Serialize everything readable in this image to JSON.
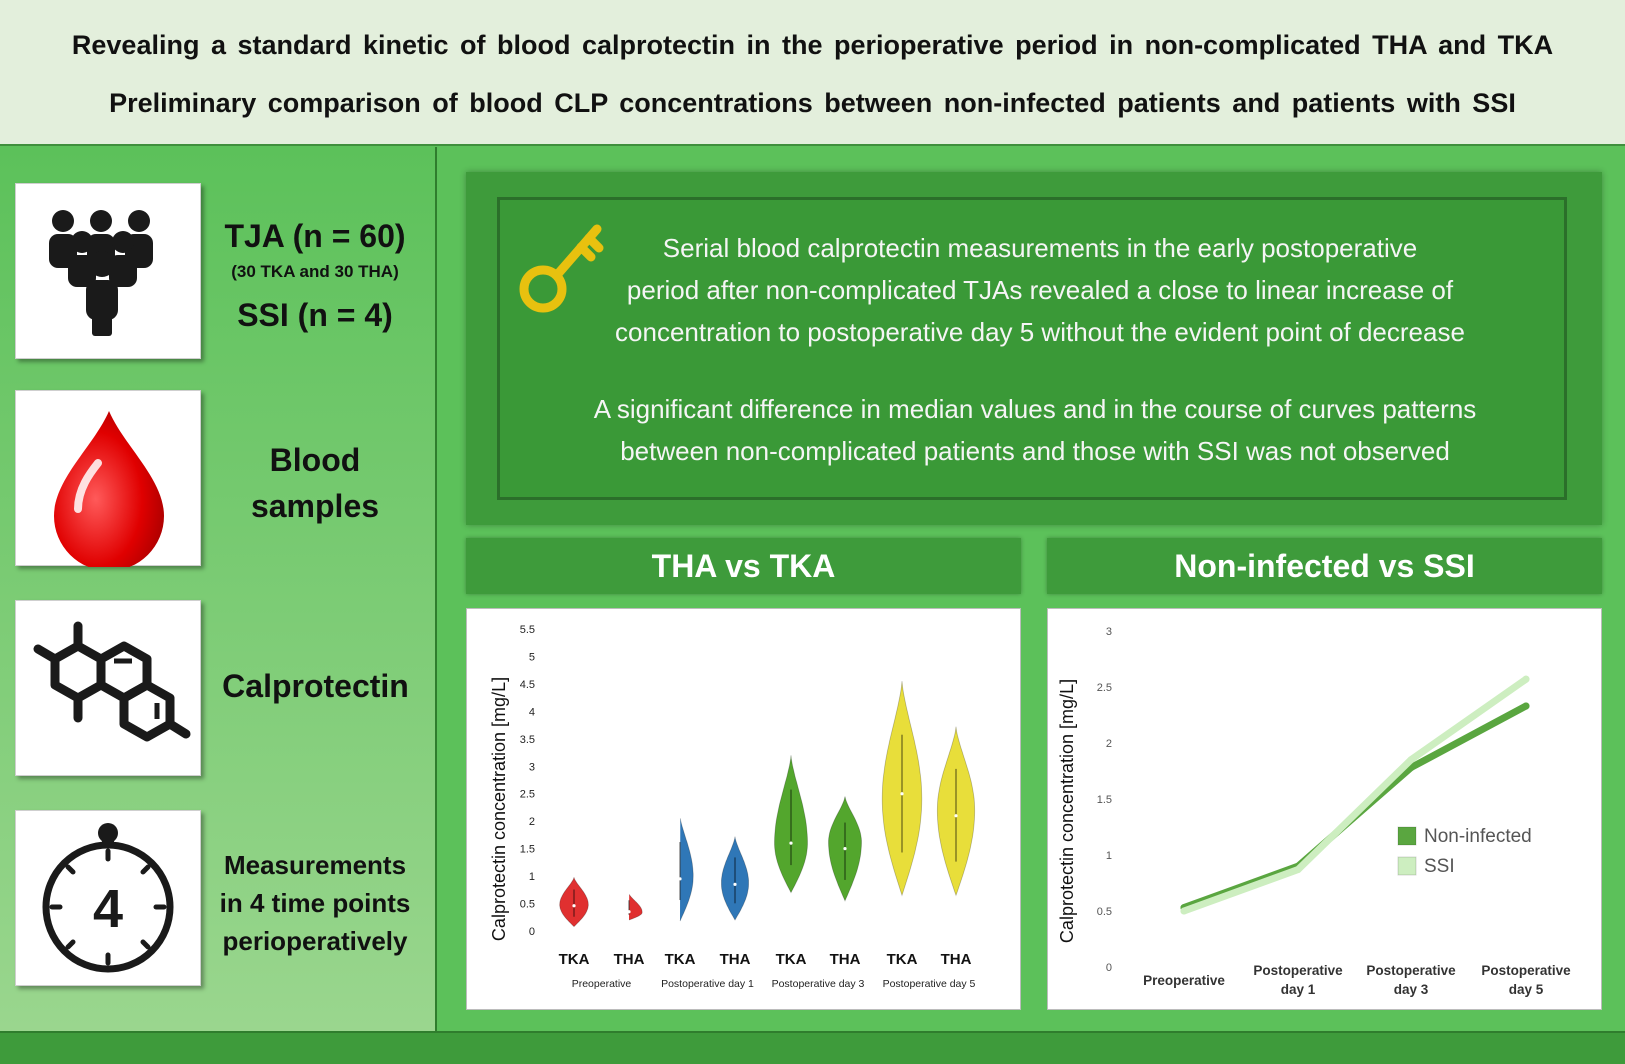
{
  "header": {
    "title_line1": "Revealing a standard kinetic of blood calprotectin in the perioperative period in non-complicated THA and TKA",
    "title_line2": "Preliminary comparison of blood CLP concentrations between non-infected patients and patients with SSI"
  },
  "left": {
    "cohort_main": "TJA (n = 60)",
    "cohort_sub": "(30 TKA and 30 THA)",
    "cohort_ssi": "SSI (n = 4)",
    "blood_line1": "Blood",
    "blood_line2": "samples",
    "calprotectin": "Calprotectin",
    "timer_digit": "4",
    "meas_line1": "Measurements",
    "meas_line2": "in 4 time points",
    "meas_line3": "perioperatively"
  },
  "key_findings": {
    "p1_line1": "Serial blood calprotectin measurements in the early postoperative",
    "p1_line2": "period after non-complicated TJAs revealed a close to linear increase of",
    "p1_line3": "concentration to postoperative day 5 without the evident point of decrease",
    "p2_line1": "A significant difference in median values and in the course of curves patterns",
    "p2_line2": "between non-complicated patients and those with SSI was not observed"
  },
  "tabs": {
    "left": "THA vs TKA",
    "right": "Non-infected vs SSI"
  },
  "colors": {
    "header_bg": "#e3efdc",
    "panel_green": "#5cc15a",
    "dark_green": "#3e9b3b",
    "key_gold": "#e8c10f",
    "drop_red": "#e00000"
  },
  "chart_data": [
    {
      "type": "violin",
      "ylabel": "Calprotectin concentration [mg/L]",
      "ylim": [
        0,
        5.5
      ],
      "yticks": [
        "0",
        "0.5",
        "1",
        "1.5",
        "2",
        "2.5",
        "3",
        "3.5",
        "4",
        "4.5",
        "5",
        "5.5"
      ],
      "groups": [
        "Preoperative",
        "Postoperative day 1",
        "Postoperative day 3",
        "Postoperative day 5"
      ],
      "colors": [
        "#e03030",
        "#2f77b7",
        "#53a62d",
        "#e8de3a"
      ],
      "violins": [
        {
          "label": "TKA",
          "group": 0,
          "min": 0.08,
          "max": 0.98,
          "mode": 0.48,
          "width": 0.65,
          "median": 0.46
        },
        {
          "label": "THA",
          "group": 0,
          "min": 0.2,
          "max": 0.68,
          "mode": 0.34,
          "width": 0.6,
          "median": 0.35
        },
        {
          "label": "TKA",
          "group": 1,
          "min": 0.18,
          "max": 2.1,
          "mode": 1.0,
          "width": 0.6,
          "median": 0.95
        },
        {
          "label": "THA",
          "group": 1,
          "min": 0.2,
          "max": 1.72,
          "mode": 0.87,
          "width": 0.62,
          "median": 0.85
        },
        {
          "label": "TKA",
          "group": 2,
          "min": 0.7,
          "max": 3.2,
          "mode": 1.6,
          "width": 0.75,
          "median": 1.6
        },
        {
          "label": "THA",
          "group": 2,
          "min": 0.55,
          "max": 2.45,
          "mode": 1.62,
          "width": 0.75,
          "median": 1.5
        },
        {
          "label": "TKA",
          "group": 3,
          "min": 0.65,
          "max": 4.55,
          "mode": 2.4,
          "width": 0.9,
          "median": 2.5
        },
        {
          "label": "THA",
          "group": 3,
          "min": 0.65,
          "max": 3.72,
          "mode": 2.2,
          "width": 0.85,
          "median": 2.1
        }
      ]
    },
    {
      "type": "line",
      "ylabel": "Calprotectin concentration [mg/L]",
      "ylim": [
        0,
        3
      ],
      "yticks": [
        "0",
        "0.5",
        "1",
        "1.5",
        "2",
        "2.5",
        "3"
      ],
      "categories": [
        "Preoperative",
        "Postoperative day 1",
        "Postoperative day 3",
        "Postoperative day 5"
      ],
      "cat_lines": [
        [
          "Preoperative"
        ],
        [
          "Postoperative",
          "day 1"
        ],
        [
          "Postoperative",
          "day 3"
        ],
        [
          "Postoperative",
          "day 5"
        ]
      ],
      "legend": "center-right",
      "series": [
        {
          "name": "Non-infected",
          "color": "#5aa640",
          "values": [
            0.53,
            0.9,
            1.78,
            2.33
          ]
        },
        {
          "name": "SSI",
          "color": "#cdeec0",
          "values": [
            0.5,
            0.87,
            1.85,
            2.57
          ]
        }
      ]
    }
  ]
}
